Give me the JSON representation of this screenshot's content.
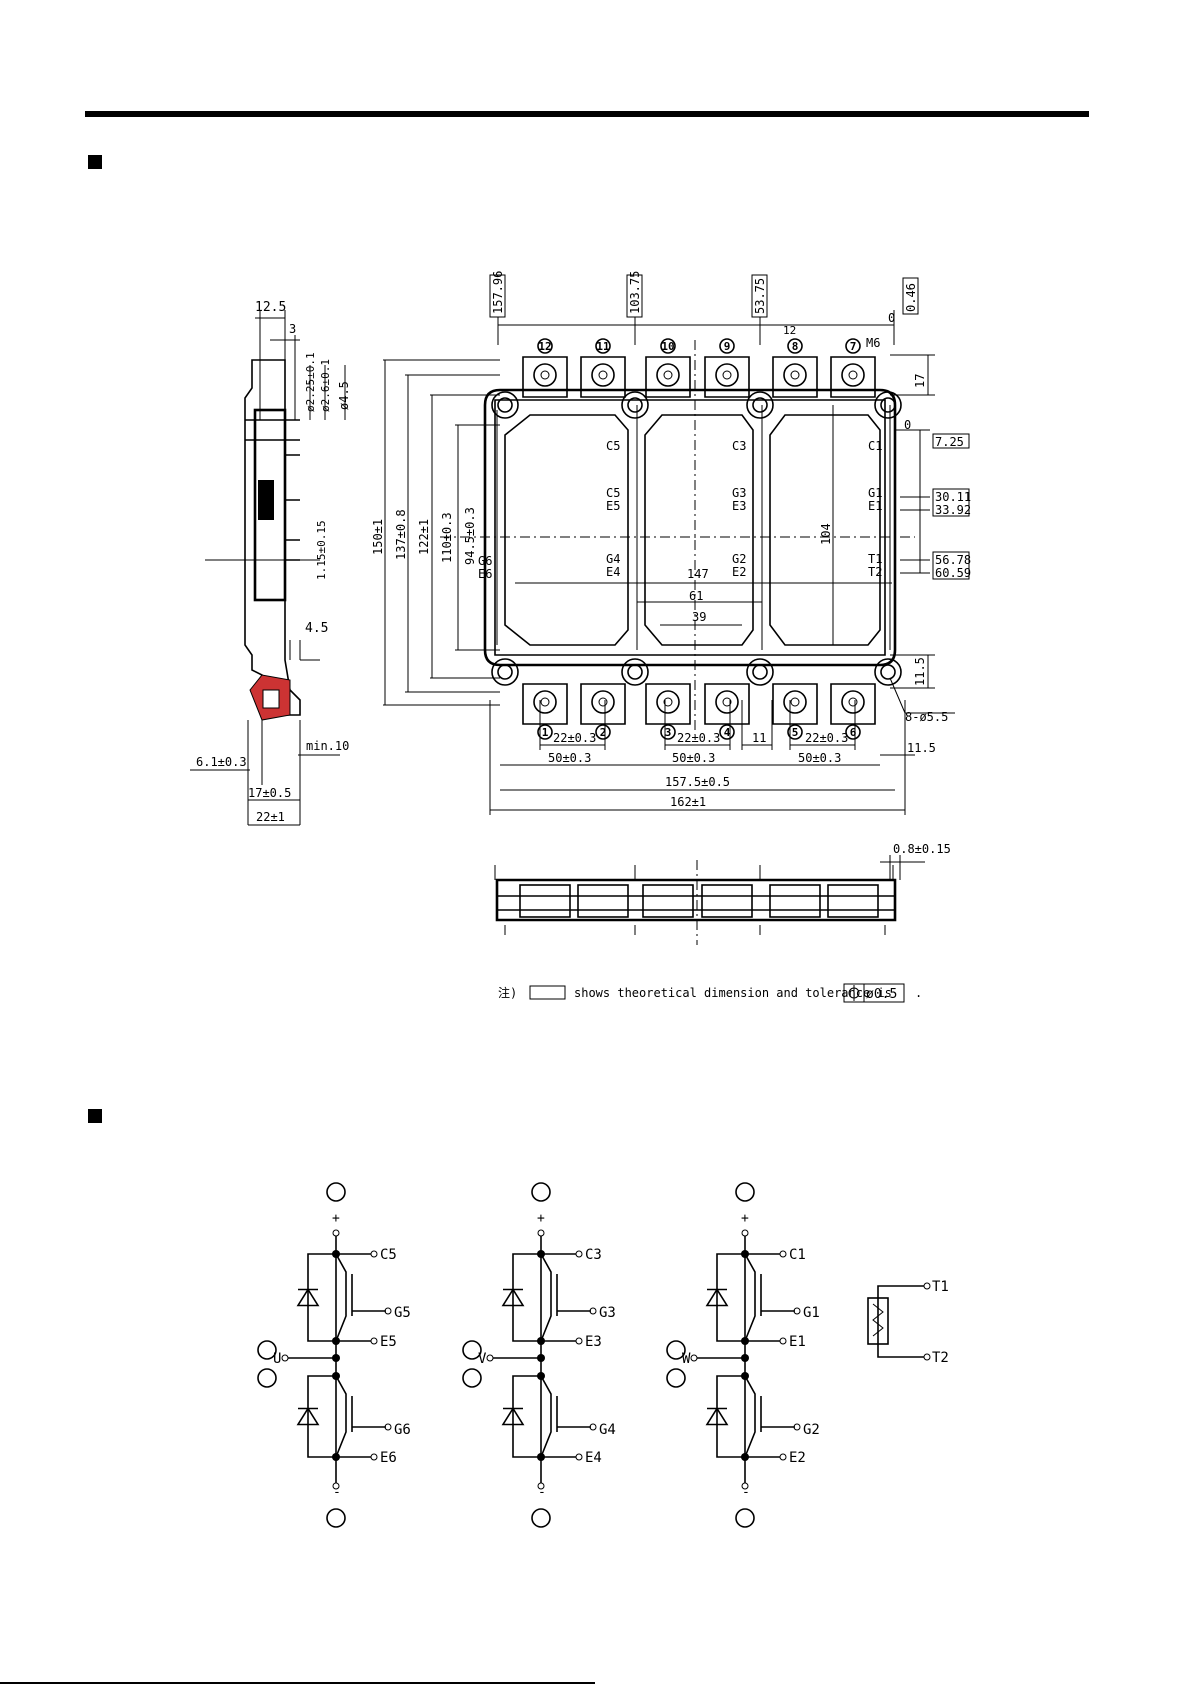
{
  "side_view": {
    "dims": [
      "12.5",
      "3",
      "ø2.25±0.1",
      "ø2.6±0.1",
      "ø4.5",
      "1.15±0.15",
      "4.5",
      "min.10",
      "6.1±0.3",
      "17±0.5",
      "22±1"
    ]
  },
  "top_view": {
    "boxed_top": [
      "157.96",
      "103.75",
      "53.75",
      "0.46"
    ],
    "boxed_right": [
      "7.25",
      "30.11",
      "33.92",
      "56.78",
      "60.59"
    ],
    "right_zero": "0",
    "top_zero": "0",
    "top_labels": [
      "12",
      "M6",
      "17"
    ],
    "terminals_top": [
      "12",
      "11",
      "10",
      "9",
      "8",
      "7"
    ],
    "terminals_bottom": [
      "1",
      "2",
      "3",
      "4",
      "5",
      "6"
    ],
    "pins_left": [
      "G6",
      "E6"
    ],
    "pins_inner": [
      "C5",
      "C5",
      "E5",
      "G4",
      "E4",
      "C3",
      "G3",
      "E3",
      "G2",
      "E2",
      "C1",
      "G1",
      "E1",
      "T1",
      "T2"
    ],
    "vertical_dims": [
      "150±1",
      "137±0.8",
      "122±1",
      "110±0.3",
      "94.5±0.3",
      "104",
      "11.5"
    ],
    "horizontal_dims": [
      "147",
      "61",
      "39",
      "22±0.3",
      "22±0.3",
      "22±0.3",
      "11",
      "50±0.3",
      "50±0.3",
      "50±0.3",
      "157.5±0.5",
      "162±1",
      "11.5",
      "8-ø5.5"
    ]
  },
  "front_view": {
    "dims": [
      "0.8±0.15"
    ]
  },
  "note": {
    "prefix": "注)",
    "text1": "shows theoretical dimension and tolerance is",
    "symbol": "ø0.5",
    "suffix": "."
  },
  "schematic": {
    "legs": [
      {
        "phase": "U",
        "plus": "+",
        "minus": "-",
        "top": [
          "C5",
          "G5",
          "E5"
        ],
        "bottom": [
          "G6",
          "E6"
        ]
      },
      {
        "phase": "V",
        "plus": "+",
        "minus": "-",
        "top": [
          "C3",
          "G3",
          "E3"
        ],
        "bottom": [
          "G4",
          "E4"
        ]
      },
      {
        "phase": "W",
        "plus": "+",
        "minus": "-",
        "top": [
          "C1",
          "G1",
          "E1"
        ],
        "bottom": [
          "G2",
          "E2"
        ]
      }
    ],
    "thermistor": [
      "T1",
      "T2"
    ]
  }
}
